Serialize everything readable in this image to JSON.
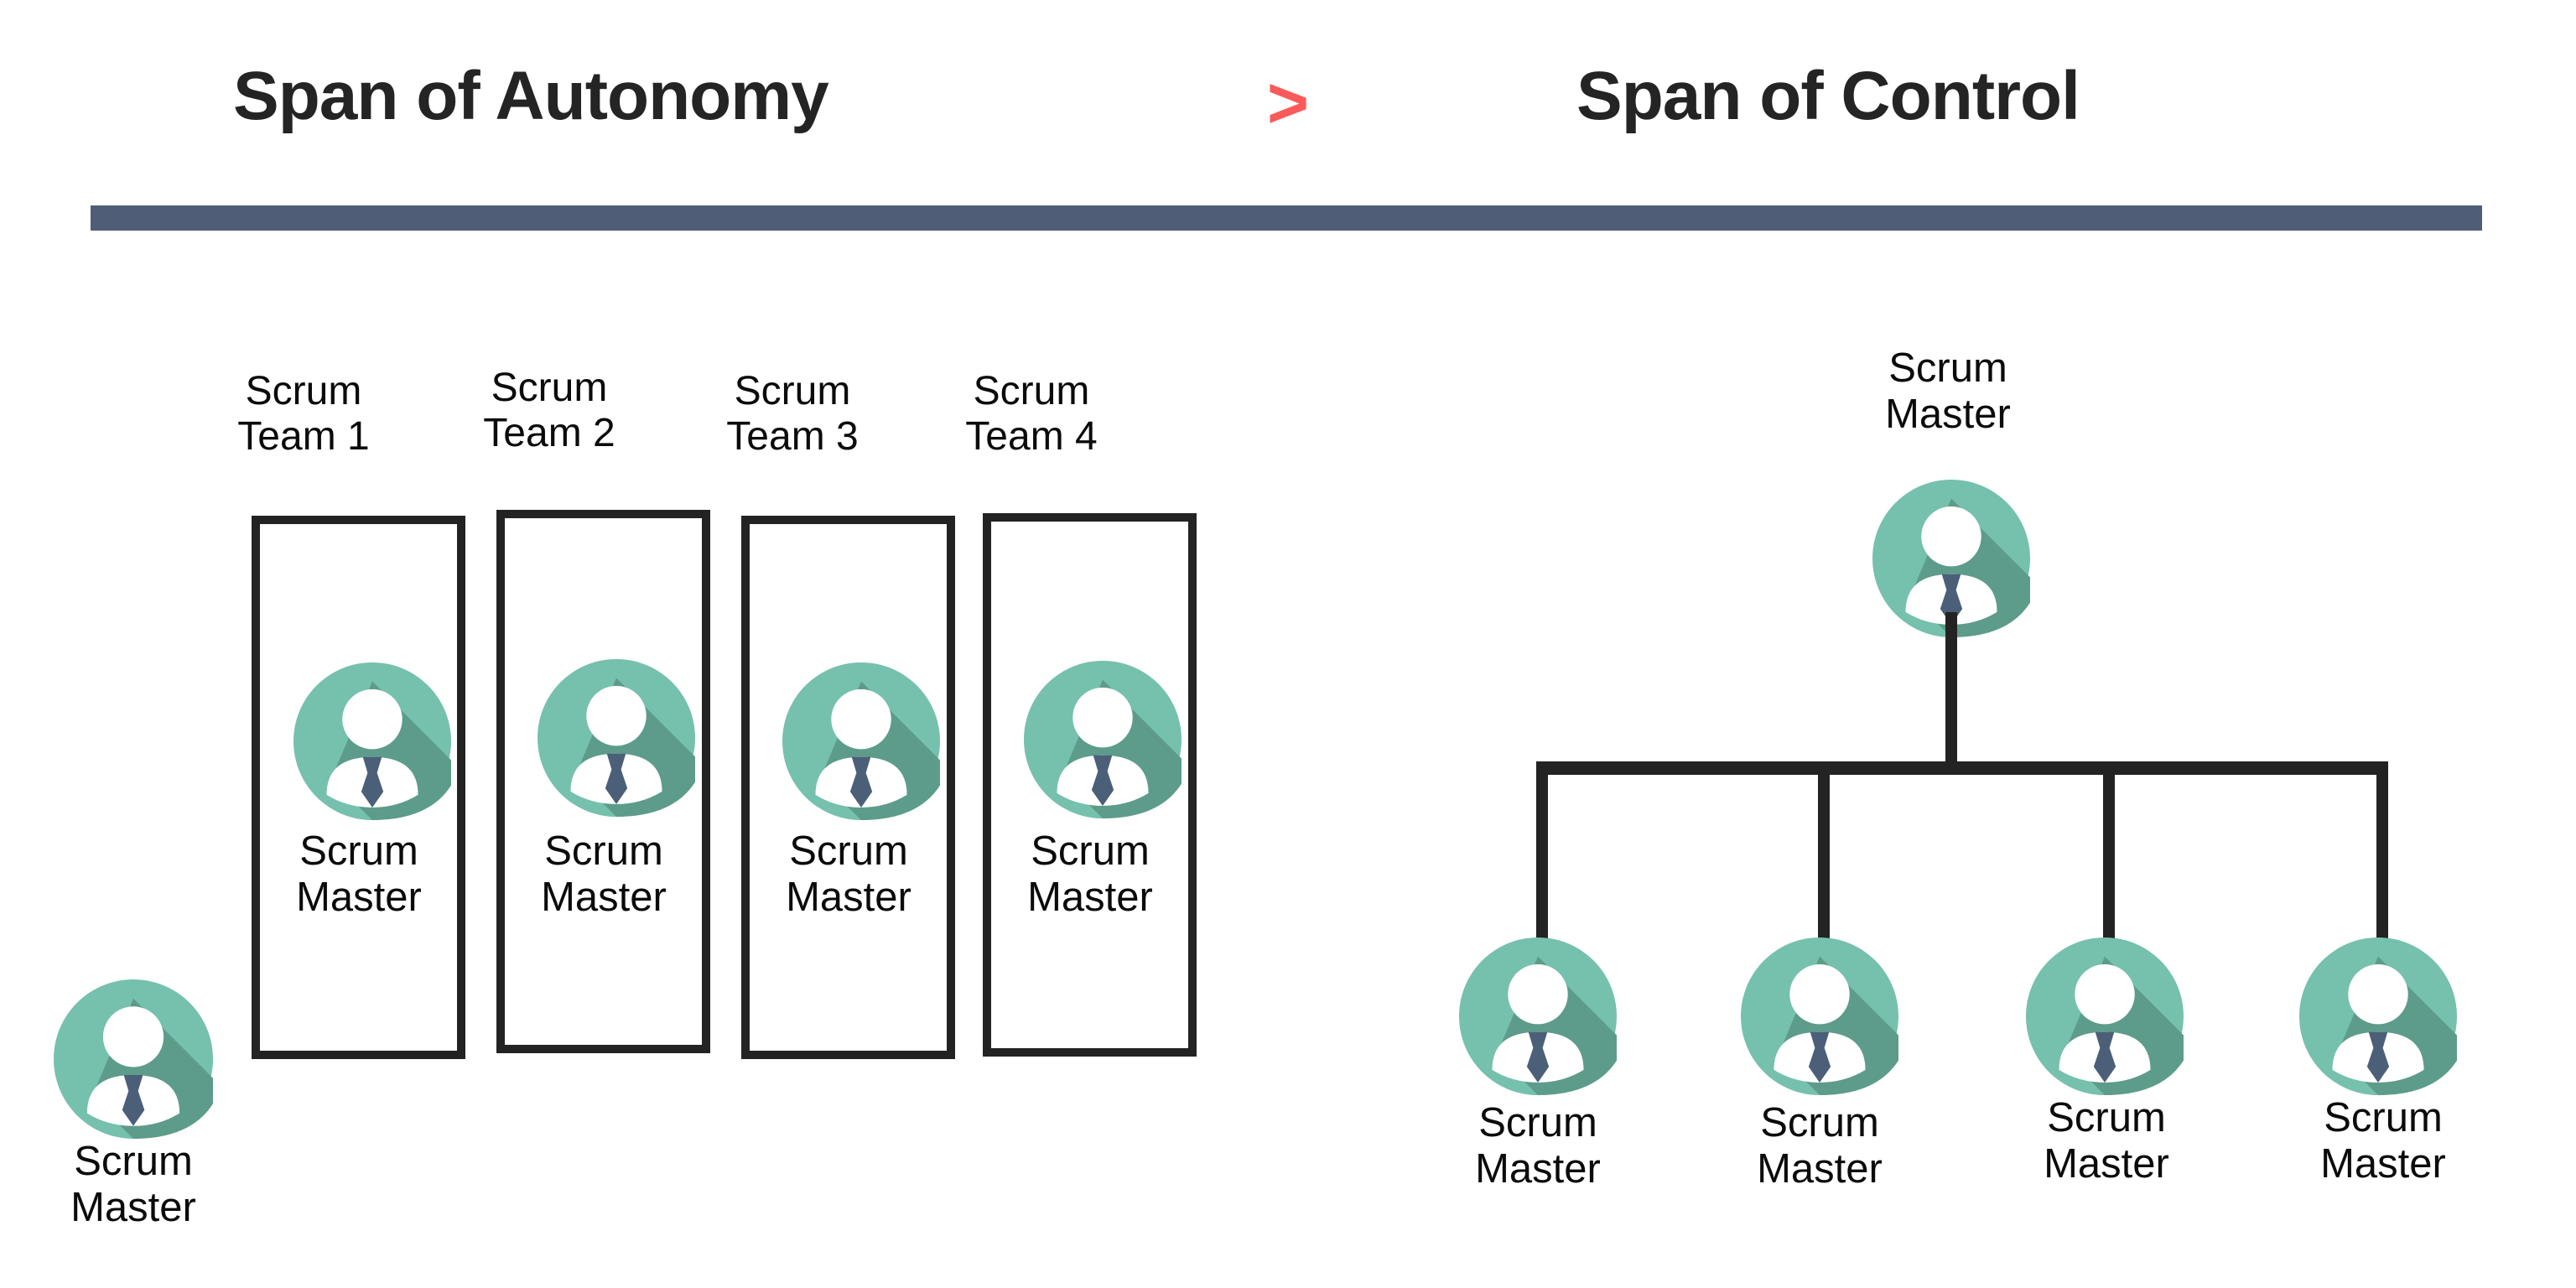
{
  "header": {
    "left_title": "Span of Autonomy",
    "comparator": ">",
    "right_title": "Span of Control",
    "rule_color": "#4f5e76",
    "comparator_color": "#fb5a5a",
    "title_color": "#242424"
  },
  "palette": {
    "avatar_circle": "#76c0ae",
    "avatar_shadow": "#5d9c8a",
    "avatar_body": "#ffffff",
    "avatar_tie": "#4c5f78",
    "box_border": "#232323",
    "connector": "#232323",
    "text": "#0b0b0b"
  },
  "left_panel": {
    "name": "span-of-autonomy",
    "teams": [
      {
        "caption_line1": "Scrum",
        "caption_line2": "Team 1",
        "member_line1": "Scrum",
        "member_line2": "Master",
        "avatar_icon": "person-avatar-icon"
      },
      {
        "caption_line1": "Scrum",
        "caption_line2": "Team 2",
        "member_line1": "Scrum",
        "member_line2": "Master",
        "avatar_icon": "person-avatar-icon"
      },
      {
        "caption_line1": "Scrum",
        "caption_line2": "Team 3",
        "member_line1": "Scrum",
        "member_line2": "Master",
        "avatar_icon": "person-avatar-icon"
      },
      {
        "caption_line1": "Scrum",
        "caption_line2": "Team 4",
        "member_line1": "Scrum",
        "member_line2": "Master",
        "avatar_icon": "person-avatar-icon"
      }
    ],
    "standalone": {
      "label_line1": "Scrum",
      "label_line2": "Master",
      "avatar_icon": "person-avatar-icon"
    }
  },
  "right_panel": {
    "name": "span-of-control",
    "root": {
      "label_line1": "Scrum",
      "label_line2": "Master",
      "avatar_icon": "person-avatar-icon"
    },
    "children": [
      {
        "label_line1": "Scrum",
        "label_line2": "Master",
        "avatar_icon": "person-avatar-icon"
      },
      {
        "label_line1": "Scrum",
        "label_line2": "Master",
        "avatar_icon": "person-avatar-icon"
      },
      {
        "label_line1": "Scrum",
        "label_line2": "Master",
        "avatar_icon": "person-avatar-icon"
      },
      {
        "label_line1": "Scrum",
        "label_line2": "Master",
        "avatar_icon": "person-avatar-icon"
      }
    ]
  }
}
